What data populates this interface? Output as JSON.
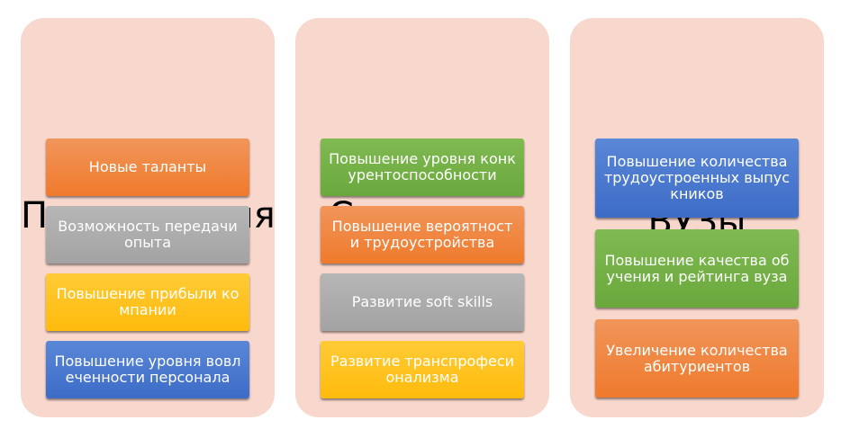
{
  "panels": [
    {
      "title": "Предприятия",
      "items": [
        {
          "text": "Новые таланты",
          "color": "#ef7e36"
        },
        {
          "text": "Возможность передачи опыта",
          "color": "#a9a9a9"
        },
        {
          "text": "Повышение прибыли компании",
          "color": "#ffc21d"
        },
        {
          "text": "Повышение уровня вовлеченности персонала",
          "color": "#4574cc"
        }
      ]
    },
    {
      "title": "Студенты",
      "items": [
        {
          "text": "Повышение уровня конкурентоспособности",
          "color": "#73b045"
        },
        {
          "text": "Повышение вероятности трудоустройства",
          "color": "#ef7e36"
        },
        {
          "text": "Развитие soft skills",
          "color": "#a9a9a9"
        },
        {
          "text": "Развитие транспрофесионализма",
          "color": "#ffc21d"
        }
      ]
    },
    {
      "title": "ВУЗы",
      "items": [
        {
          "text": "Повышение количества трудоустроенных выпускников",
          "color": "#4574cc"
        },
        {
          "text": "Повышение качества обучения и рейтинга вуза",
          "color": "#73b045"
        },
        {
          "text": "Увеличение количества абитуриентов",
          "color": "#ef7e36"
        }
      ]
    }
  ]
}
